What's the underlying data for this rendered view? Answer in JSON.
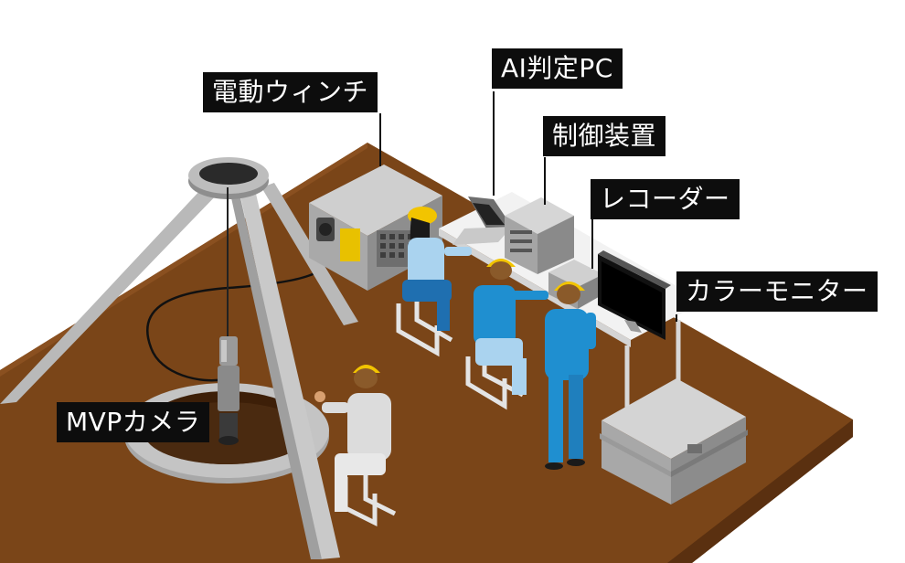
{
  "labels": {
    "winch": "電動ウィンチ",
    "ai_pc": "AI判定PC",
    "controller": "制御装置",
    "recorder": "レコーダー",
    "color_monitor": "カラーモニター",
    "mvp_camera": "MVPカメラ"
  },
  "colors": {
    "ground_top": "#7a4518",
    "ground_side": "#5a3010",
    "worker_blue": "#1f8fd0",
    "helmet": "#f2c400",
    "label_bg": "#0d0d0d"
  }
}
